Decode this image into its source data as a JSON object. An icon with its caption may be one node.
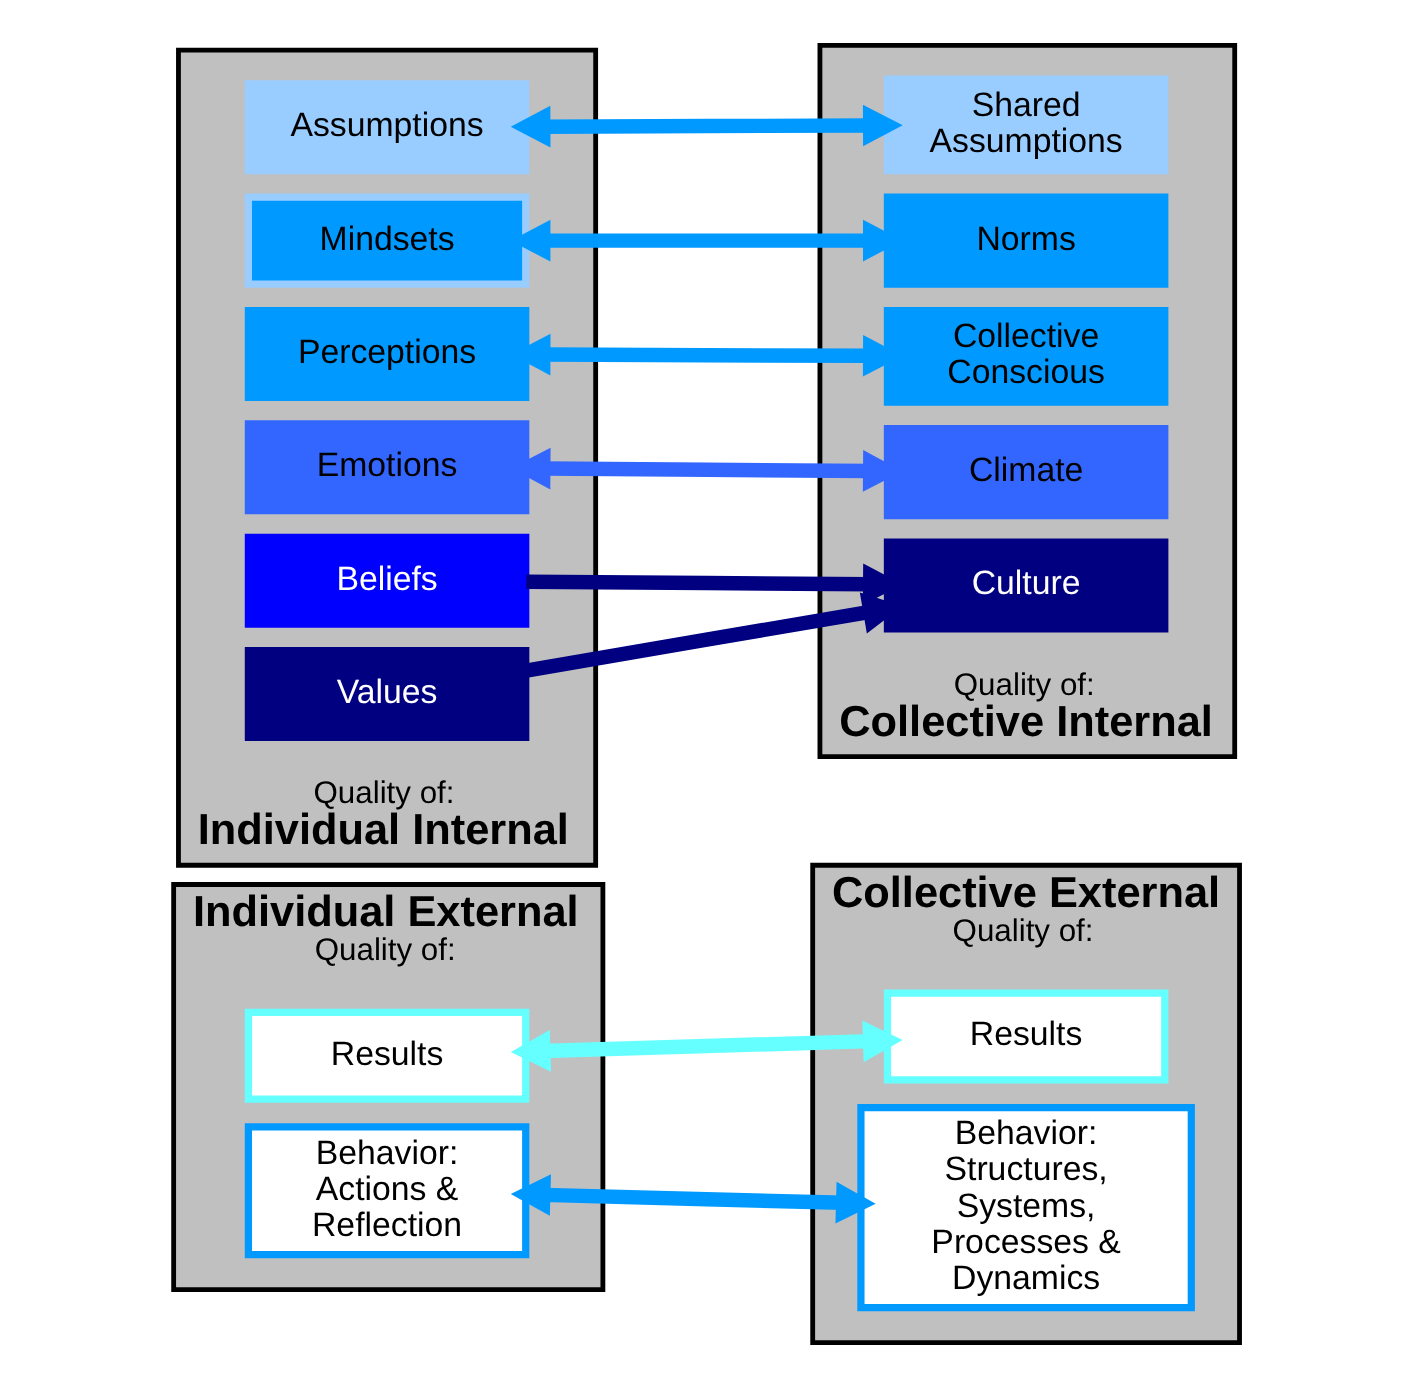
{
  "diagram": {
    "nodes": [
      {
        "text": [
          "Individual External",
          "Quality of:"
        ]
      },
      {
        "text": [
          "Collective External",
          "Quality of:"
        ]
      },
      {
        "text": [
          "Quality of:",
          "Individual Internal"
        ]
      },
      {
        "text": [
          "Quality of:",
          "Collective Internal"
        ]
      },
      {
        "text": [
          "Results"
        ],
        "in": 0
      },
      {
        "text": [
          "Behavior: Actions & Reflection"
        ],
        "in": 0
      },
      {
        "text": [
          "Results"
        ],
        "in": 1
      },
      {
        "text": [
          "Behavior: Structures, Systems, Processes & Dynamics"
        ],
        "in": 1
      },
      {
        "text": [
          "Assumptions"
        ],
        "in": 2
      },
      {
        "text": [
          "Mindsets"
        ],
        "in": 2
      },
      {
        "text": [
          "Perceptions"
        ],
        "in": 2
      },
      {
        "text": [
          "Emotions"
        ],
        "in": 2
      },
      {
        "text": [
          "Beliefs"
        ],
        "in": 2
      },
      {
        "text": [
          "Values"
        ],
        "in": 2
      },
      {
        "text": [
          "Shared Assumptions"
        ],
        "in": 3
      },
      {
        "text": [
          "Norms"
        ],
        "in": 3
      },
      {
        "text": [
          "Collective Conscious"
        ],
        "in": 3
      },
      {
        "text": [
          "Climate"
        ],
        "in": 3
      },
      {
        "text": [
          "Culture"
        ],
        "in": 3
      }
    ],
    "edges": [
      {
        "from": 4,
        "to": 6,
        "arrow": "both",
        "color": "#66ffff"
      },
      {
        "from": 5,
        "to": 7,
        "arrow": "both"
      },
      {
        "from": 8,
        "to": 14,
        "arrow": "both"
      },
      {
        "from": 9,
        "to": 15,
        "arrow": "both"
      },
      {
        "from": 10,
        "to": 16,
        "arrow": "both"
      },
      {
        "from": 11,
        "to": 17,
        "arrow": "both",
        "color": "#3366ff"
      },
      {
        "from": 12,
        "to": 18,
        "arrow": "to",
        "color": "#000080"
      },
      {
        "from": 13,
        "to": 18,
        "arrow": "to",
        "color": "#000080"
      }
    ]
  }
}
